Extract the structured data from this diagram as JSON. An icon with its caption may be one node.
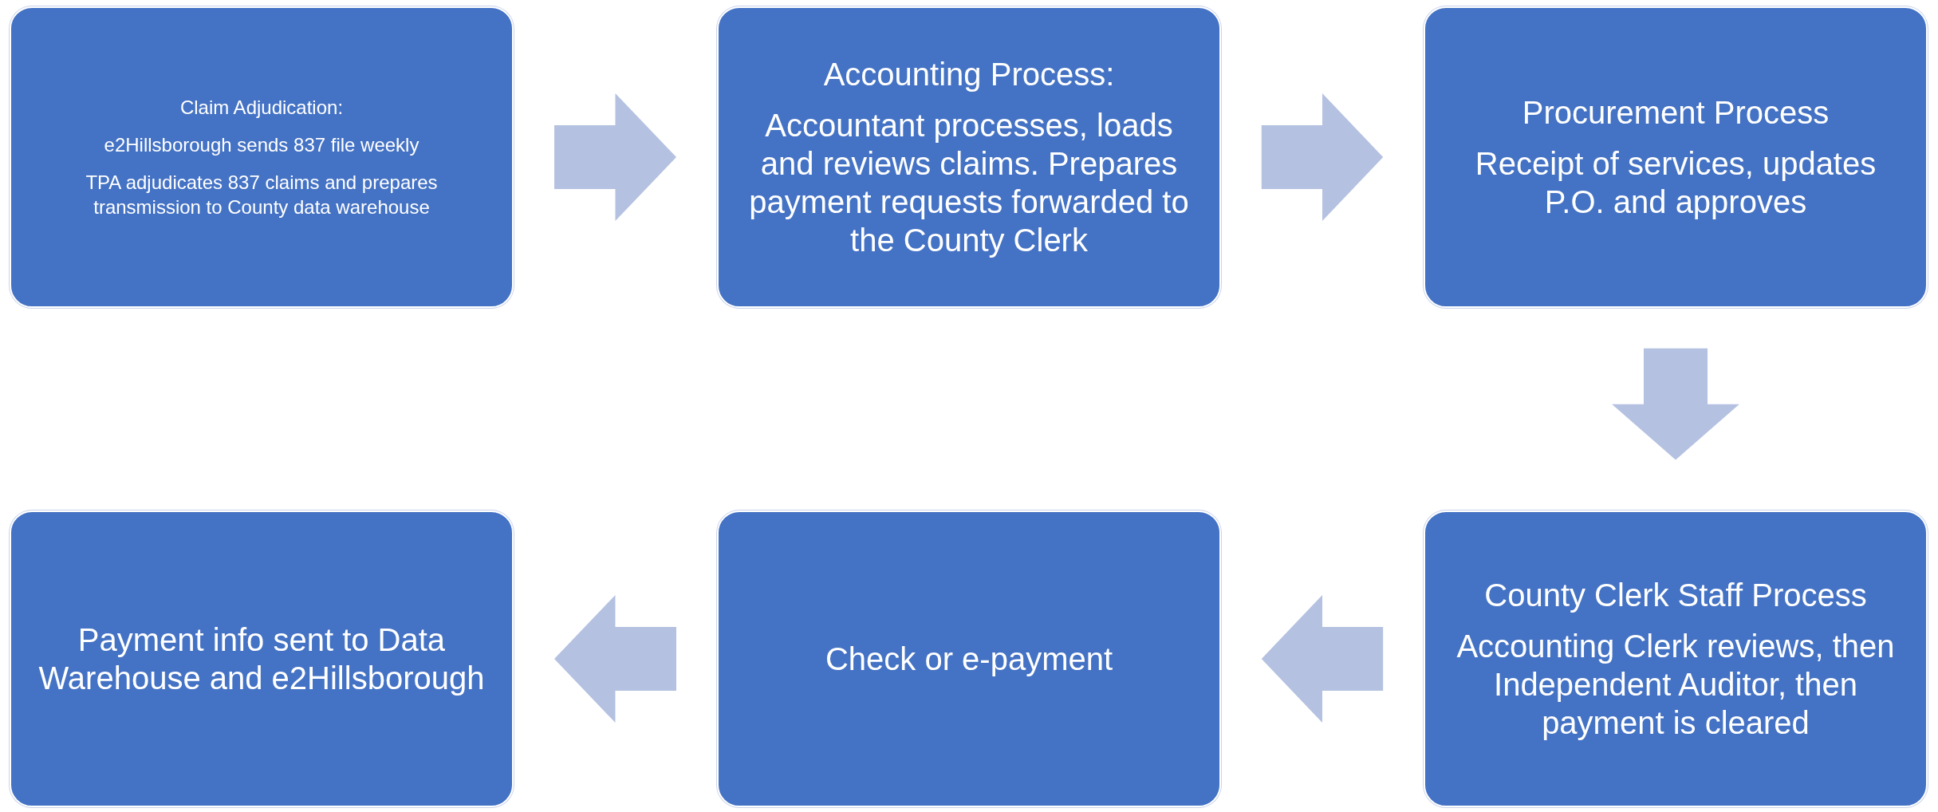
{
  "diagram": {
    "nodes": [
      {
        "text": [
          "Claim Adjudication:",
          "e2Hillsborough sends 837 file weekly",
          "TPA adjudicates 837 claims and  prepares transmission to County data warehouse"
        ]
      },
      {
        "text": [
          "Accounting Process:",
          "Accountant processes, loads and reviews claims. Prepares payment requests forwarded to the County Clerk"
        ]
      },
      {
        "text": [
          "Procurement Process",
          "Receipt of services, updates P.O. and approves"
        ]
      },
      {
        "text": [
          "County Clerk Staff Process",
          "Accounting Clerk reviews, then Independent Auditor, then payment is cleared"
        ]
      },
      {
        "text": [
          "Check or e-payment"
        ]
      },
      {
        "text": [
          "Payment info sent to Data Warehouse and e2Hillsborough"
        ]
      }
    ],
    "edges": [
      {
        "from": 0,
        "to": 1,
        "arrow": "to"
      },
      {
        "from": 1,
        "to": 2,
        "arrow": "to"
      },
      {
        "from": 2,
        "to": 3,
        "arrow": "to"
      },
      {
        "from": 3,
        "to": 4,
        "arrow": "to"
      },
      {
        "from": 4,
        "to": 5,
        "arrow": "to"
      }
    ]
  }
}
